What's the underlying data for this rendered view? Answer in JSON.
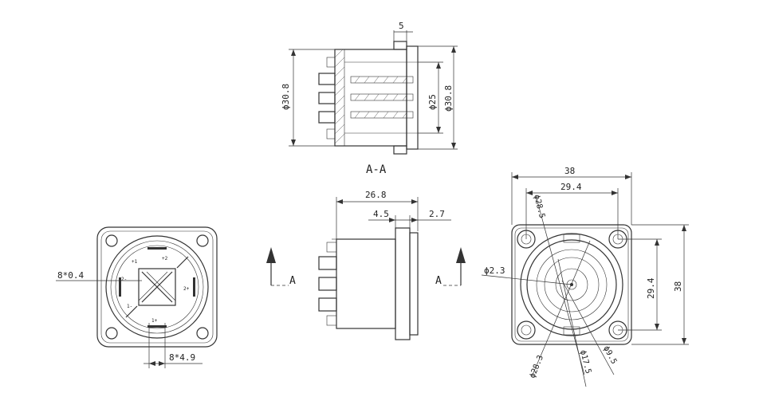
{
  "section_view": {
    "caption": "A-A",
    "dim_top": "5",
    "dim_left_dia": "ϕ30.8",
    "dim_inner_dia": "ϕ25",
    "dim_right_dia": "ϕ30.8"
  },
  "side_view": {
    "dim_overall": "26.8",
    "dim_middle": "4.5",
    "dim_flange": "2.7",
    "section_marker_left": "A",
    "section_marker_right": "A"
  },
  "front_view": {
    "dim_slot": "8*0.4",
    "dim_slot_spacing": "8*4.9",
    "pin_labels": [
      "+2",
      "+1",
      "2+",
      "1-",
      "2-",
      "1+"
    ]
  },
  "rear_view": {
    "dim_width": "38",
    "dim_hole_spacing_h": "29.4",
    "dim_hole_spacing_v": "29.4",
    "dim_height": "38",
    "dim_d_28_5": "ϕ28.5",
    "dim_d_2_3": "ϕ2.3",
    "dim_d_28_3": "ϕ28.3",
    "dim_d_17_5": "ϕ17.5",
    "dim_d_9_5": "ϕ9.5"
  }
}
